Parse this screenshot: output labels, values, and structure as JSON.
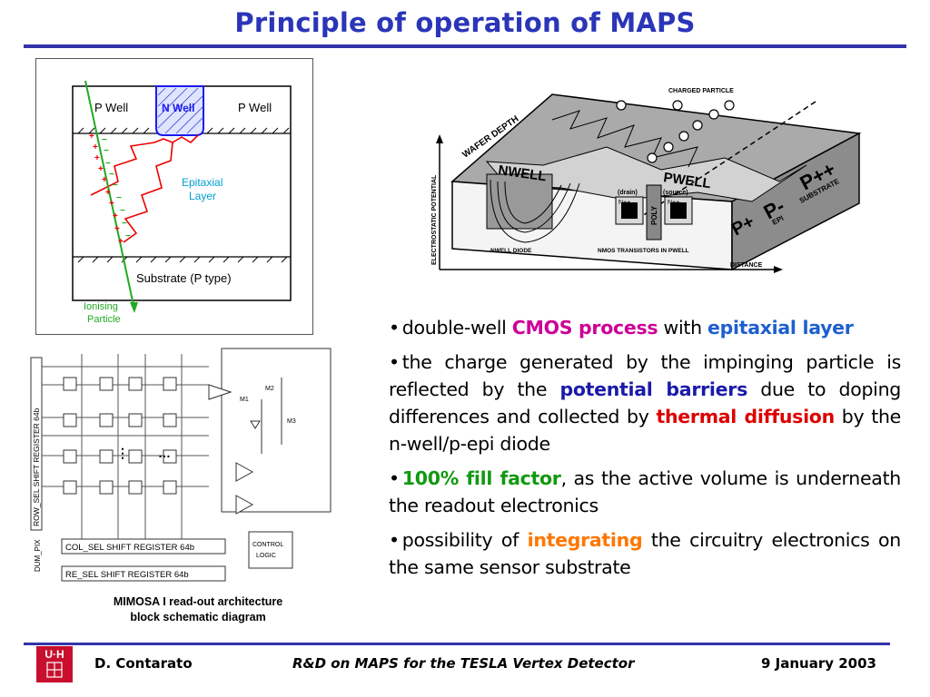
{
  "slide": {
    "title": "Principle of operation of MAPS"
  },
  "fig1": {
    "p_well_left": "P Well",
    "n_well": "N Well",
    "p_well_right": "P Well",
    "epi_line1": "Epitaxial",
    "epi_line2": "Layer",
    "substrate": "Substrate (P type)",
    "ion_line1": "Ionising",
    "ion_line2": "Particle"
  },
  "fig2": {
    "charged_particle": "CHARGED PARTICLE",
    "wafer_depth": "WAFER DEPTH",
    "nwell": "NWELL",
    "pwell": "PWELL",
    "drain": "(drain)",
    "source": "(source)",
    "npp1": "N++",
    "npp2": "N++",
    "poly": "POLY",
    "nwell_diode": "NWELL DIODE",
    "nmos": "NMOS TRANSISTORS IN PWELL",
    "ep": "ELECTROSTATIC POTENTIAL",
    "distance": "DISTANCE",
    "ppp": "P++",
    "pminus": "P-",
    "pplus": "P+",
    "substrate": "SUBSTRATE",
    "epi": "EPI"
  },
  "fig3": {
    "row_reg": "ROW_SEL SHIFT REGISTER 64b",
    "col_reg": "COL_SEL SHIFT REGISTER 64b",
    "re_reg": "RE_SEL SHIFT REGISTER 64b",
    "dum": "DUM_PIX",
    "control1": "CONTROL",
    "control2": "LOGIC",
    "m1": "M1",
    "m2": "M2",
    "m3": "M3"
  },
  "caption": {
    "line1": "MIMOSA I read-out architecture",
    "line2": "block schematic diagram"
  },
  "bullets": {
    "b1_pre": "double-well ",
    "b1_hl1": "CMOS process",
    "b1_mid": " with ",
    "b1_hl2": "epitaxial layer",
    "b2_pre": "the charge generated by the impinging particle is reflected by the ",
    "b2_hl1": "potential barriers",
    "b2_mid": " due to doping differences and collected by ",
    "b2_hl2": "thermal diffusion",
    "b2_post": " by the n-well/p-epi diode",
    "b3_hl": "100% fill factor",
    "b3_post": ", as the active volume is underneath the readout electronics",
    "b4_pre": "possibility of ",
    "b4_hl": "integrating",
    "b4_post": " the circuitry electronics on the same sensor substrate"
  },
  "footer": {
    "logo": "U·H",
    "author": "D. Contarato",
    "project": "R&D on MAPS for the TESLA Vertex Detector",
    "date": "9 January 2003"
  },
  "colors": {
    "title": "#2a35b8",
    "rule": "#3333aa",
    "cmos_process": "#cc0099",
    "epitaxial_layer": "#1f5fcf",
    "potential_barriers": "#1a1aaa",
    "thermal_diffusion": "#dd0000",
    "fill_factor": "#119911",
    "integrating": "#ff7700"
  }
}
